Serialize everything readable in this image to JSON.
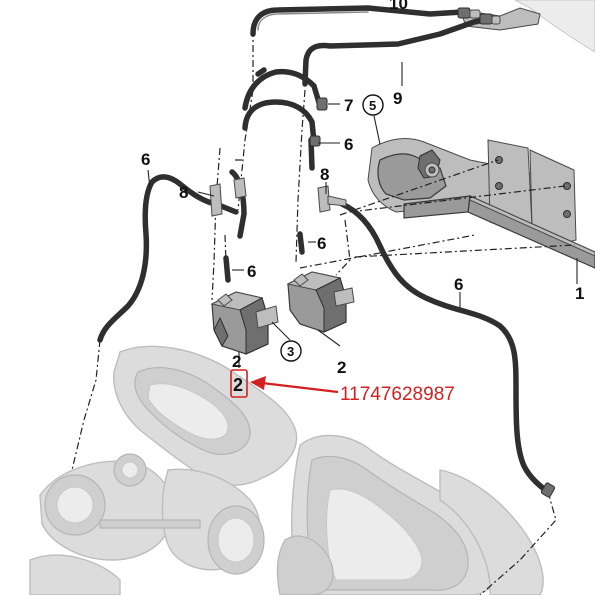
{
  "callouts": {
    "c1": "1",
    "c2a": "2",
    "c2b": "2",
    "c2c": "2",
    "c3": "3",
    "c5": "5",
    "c6a": "6",
    "c6b": "6",
    "c6c": "6",
    "c6d": "6",
    "c6e": "6",
    "c7": "7",
    "c8a": "8",
    "c8b": "8",
    "c9": "9",
    "c10": "10"
  },
  "annotation": {
    "part_number": "11747628987",
    "color": "#d42020"
  }
}
